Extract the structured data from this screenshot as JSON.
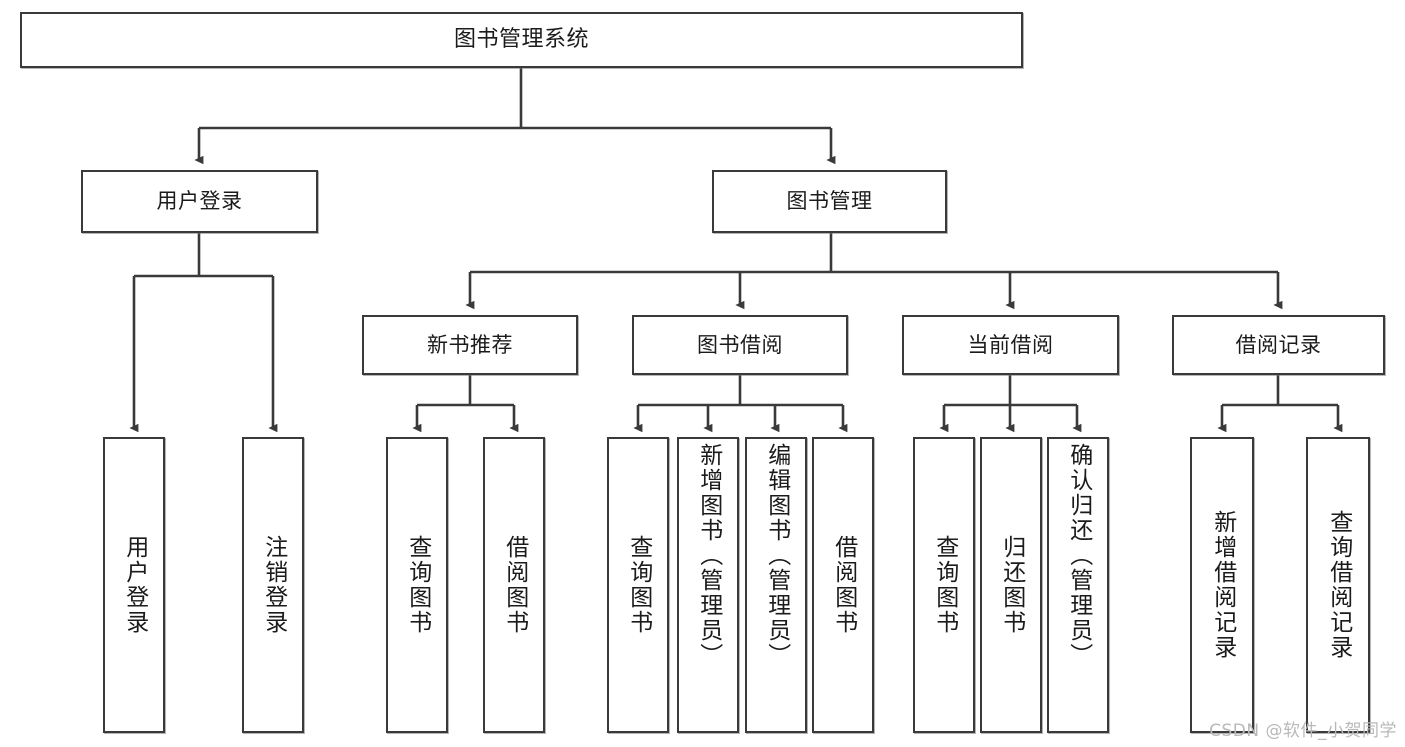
{
  "diagram": {
    "title": "图书管理系统",
    "type": "functional-structure-tree",
    "watermark": "CSDN @软件_小贺同学",
    "colors": {
      "box_border": "#3a3a3a",
      "box_fill": "#ffffff",
      "connector": "#3a3a3a",
      "text": "#1b1b1b",
      "watermark": "#b9b9b9"
    }
  },
  "nodes": {
    "root": {
      "label": "图书管理系统",
      "level": 0
    },
    "level1": [
      {
        "id": "user-login",
        "label": "用户登录"
      },
      {
        "id": "book-manage",
        "label": "图书管理"
      }
    ],
    "level2": [
      {
        "id": "new-book-rec",
        "label": "新书推荐",
        "parent": "book-manage"
      },
      {
        "id": "book-borrow",
        "label": "图书借阅",
        "parent": "book-manage"
      },
      {
        "id": "current-borrow",
        "label": "当前借阅",
        "parent": "book-manage"
      },
      {
        "id": "borrow-record",
        "label": "借阅记录",
        "parent": "book-manage"
      }
    ],
    "leaves": {
      "user-login": [
        {
          "id": "leaf-user-login",
          "label": "用户登录"
        },
        {
          "id": "leaf-logout",
          "label": "注销登录"
        }
      ],
      "new-book-rec": [
        {
          "id": "leaf-query-book-1",
          "label": "查询图书"
        },
        {
          "id": "leaf-borrow-book-1",
          "label": "借阅图书"
        }
      ],
      "book-borrow": [
        {
          "id": "leaf-query-book-2",
          "label": "查询图书"
        },
        {
          "id": "leaf-add-book",
          "label": "新增图书（管理员）"
        },
        {
          "id": "leaf-edit-book",
          "label": "编辑图书（管理员）"
        },
        {
          "id": "leaf-borrow-book-2",
          "label": "借阅图书"
        }
      ],
      "current-borrow": [
        {
          "id": "leaf-query-book-3",
          "label": "查询图书"
        },
        {
          "id": "leaf-return-book",
          "label": "归还图书"
        },
        {
          "id": "leaf-confirm-return",
          "label": "确认归还（管理员）"
        }
      ],
      "borrow-record": [
        {
          "id": "leaf-add-record",
          "label": "新增借阅记录"
        },
        {
          "id": "leaf-query-record",
          "label": "查询借阅记录"
        }
      ]
    }
  }
}
